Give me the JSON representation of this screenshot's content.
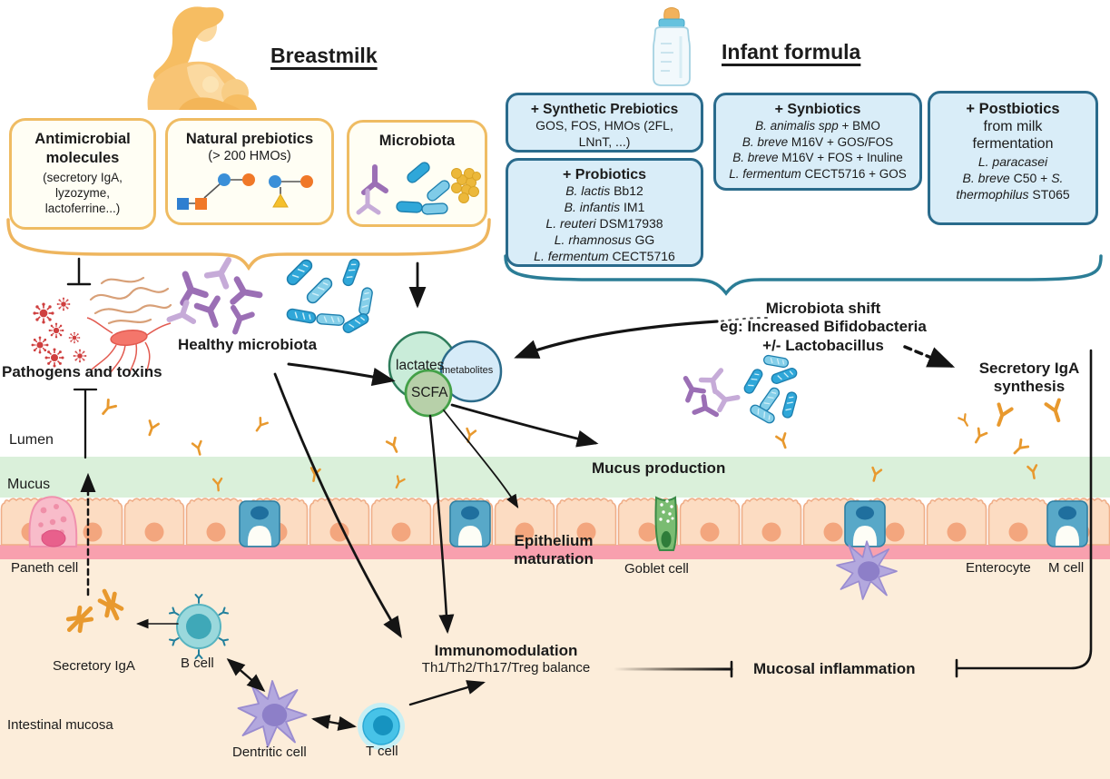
{
  "breastmilk": {
    "title": "Breastmilk",
    "antimicrobial_title": "Antimicrobial molecules",
    "antimicrobial_sub": "(secretory IgA, lyzozyme, lactoferrine...)",
    "prebiotics_title": "Natural prebiotics",
    "prebiotics_sub": "(> 200 HMOs)",
    "microbiota_title": "Microbiota"
  },
  "formula": {
    "title": "Infant formula",
    "synthetic": {
      "title": "+ Synthetic Prebiotics",
      "line": "GOS, FOS, HMOs (2FL, LNnT, ...)"
    },
    "probiotics": {
      "title": "+ Probiotics",
      "lines": [
        {
          "i": "B. lactis",
          "r": " Bb12"
        },
        {
          "i": "B. infantis",
          "r": " IM1"
        },
        {
          "i": "L. reuteri",
          "r": " DSM17938"
        },
        {
          "i": "L. rhamnosus",
          "r": " GG"
        },
        {
          "i": "L. fermentum",
          "r": " CECT5716"
        }
      ]
    },
    "synbiotics": {
      "title": "+ Synbiotics",
      "lines": [
        {
          "i": "B. animalis spp",
          "r": " + BMO"
        },
        {
          "i": "B. breve",
          "r": " M16V + GOS/FOS"
        },
        {
          "i": "B. breve",
          "r": " M16V + FOS + Inuline"
        },
        {
          "i": "L. fermentum",
          "r": " CECT5716 + GOS"
        }
      ]
    },
    "postbiotics": {
      "title": "+ Postbiotics",
      "subtitle": "from milk fermentation",
      "l1": "L. paracasei",
      "l2a": "B. breve",
      "l2b": " C50 + ",
      "l2c": "S. thermophilus",
      "l2d": " ST065"
    }
  },
  "labels": {
    "pathogens": "Pathogens and toxins",
    "healthy_microbiota": "Healthy microbiota",
    "lactates": "lactates",
    "metabolites": "metabolites",
    "scfa": "SCFA",
    "shift1": "Microbiota shift",
    "shift2": "eg: Increased Bifidobacteria",
    "shift3": "+/- Lactobacillus",
    "iga_synth1": "Secretory IgA",
    "iga_synth2": "synthesis",
    "lumen": "Lumen",
    "mucus": "Mucus",
    "mucus_production": "Mucus production",
    "epithelium1": "Epithelium",
    "epithelium2": "maturation",
    "paneth": "Paneth cell",
    "goblet": "Goblet cell",
    "enterocyte": "Enterocyte",
    "m_cell": "M cell",
    "immuno": "Immunomodulation",
    "immuno_sub": "Th1/Th2/Th17/Treg balance",
    "inflammation": "Mucosal inflammation",
    "secretory_iga": "Secretory IgA",
    "b_cell": "B cell",
    "dentritic": "Dentritic cell",
    "t_cell": "T cell",
    "intestinal_mucosa": "Intestinal mucosa"
  },
  "colors": {
    "breastmilk_accent": "#efbc63",
    "formula_accent": "#2a6b8c",
    "mucus_band": "#daf0da",
    "pink_band": "#f8a0ae",
    "mucosa": "#fcedda",
    "antibody_orange": "#e8992e",
    "bifido_purple": "#9b6fb5",
    "rod_blue": "#2fa7d9",
    "pathogen_red": "#cf3f3f"
  }
}
